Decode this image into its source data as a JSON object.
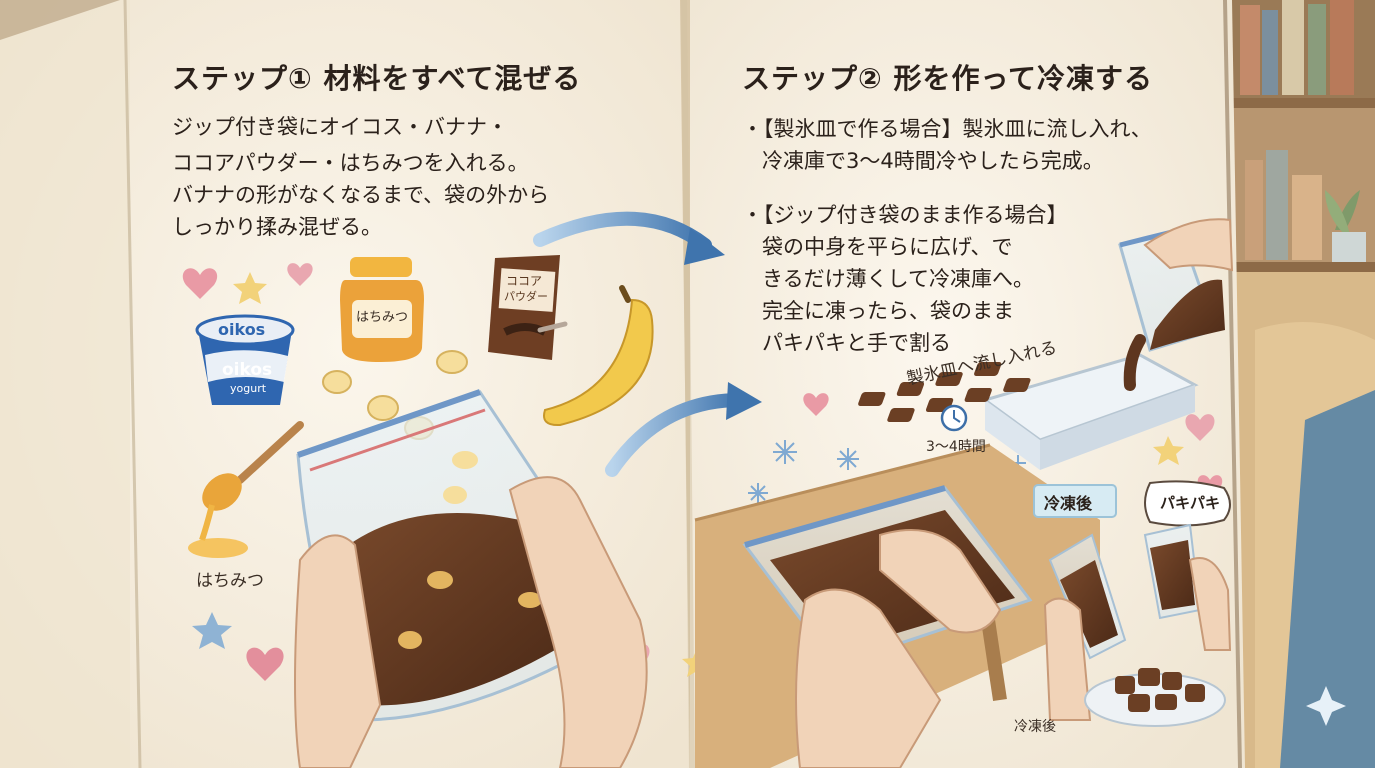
{
  "step1": {
    "title": "ステップ① 材料をすべて混ぜる",
    "lines": [
      "ジップ付き袋にオイコス・バナナ・",
      "ココアパウダー・はちみつを入れる。",
      "バナナの形がなくなるまで、袋の外から",
      "しっかり揉み混ぜる。"
    ],
    "honey_label": "はちみつ",
    "jar_label": "はちみつ",
    "cocoa_label_line1": "ココア",
    "cocoa_label_line2": "パウダー",
    "yogurt_brand": "oikos",
    "yogurt_sub": "yogurt"
  },
  "step2": {
    "title": "ステップ② 形を作って冷凍する",
    "item1_lines": [
      "・【製氷皿で作る場合】製氷皿に流し入れ、",
      "冷凍庫で3〜4時間冷やしたら完成。"
    ],
    "item2_lines": [
      "・【ジップ付き袋のまま作る場合】",
      "袋の中身を平らに広げ、で",
      "きるだけ薄くして冷凍庫へ。",
      "完全に凍ったら、袋のまま",
      "パキパキと手で割る"
    ],
    "pour_label": "製氷皿へ流し入れる",
    "time_label": "3〜4時間",
    "frozen_tag": "冷凍後",
    "snap_label": "パキパキ",
    "plate_label": "冷凍後"
  },
  "colors": {
    "paper": "#f7f1e6",
    "text": "#2b211b",
    "chocolate": "#6b3f24",
    "banana": "#f2c94c",
    "honey": "#e9a53a",
    "arrow": "#4a7fb5"
  }
}
